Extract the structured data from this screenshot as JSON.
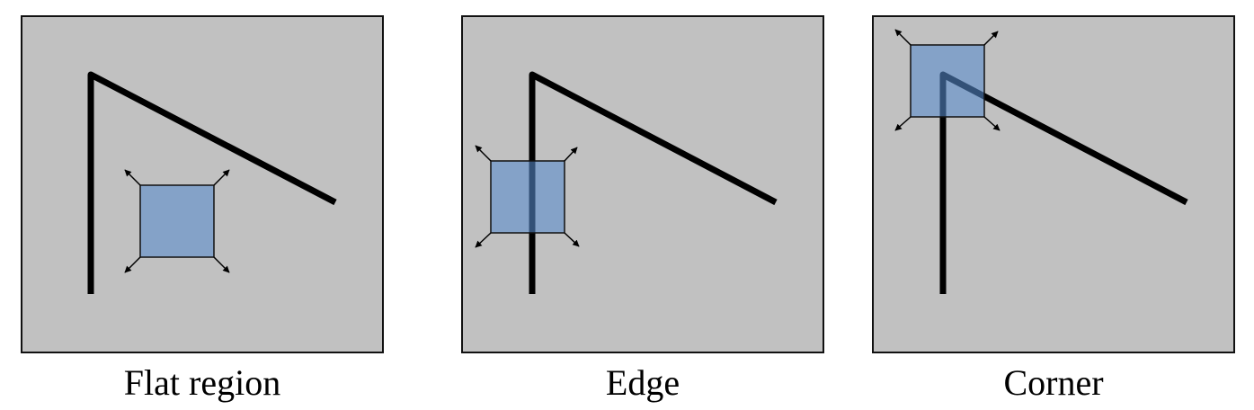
{
  "panels": [
    {
      "caption": "Flat region"
    },
    {
      "caption": "Edge"
    },
    {
      "caption": "Corner"
    }
  ],
  "colors": {
    "background": "#c1c1c1",
    "frame": "#111111",
    "line": "#000000",
    "window_fill": "#7aa3d4",
    "arrow": "#000000"
  }
}
